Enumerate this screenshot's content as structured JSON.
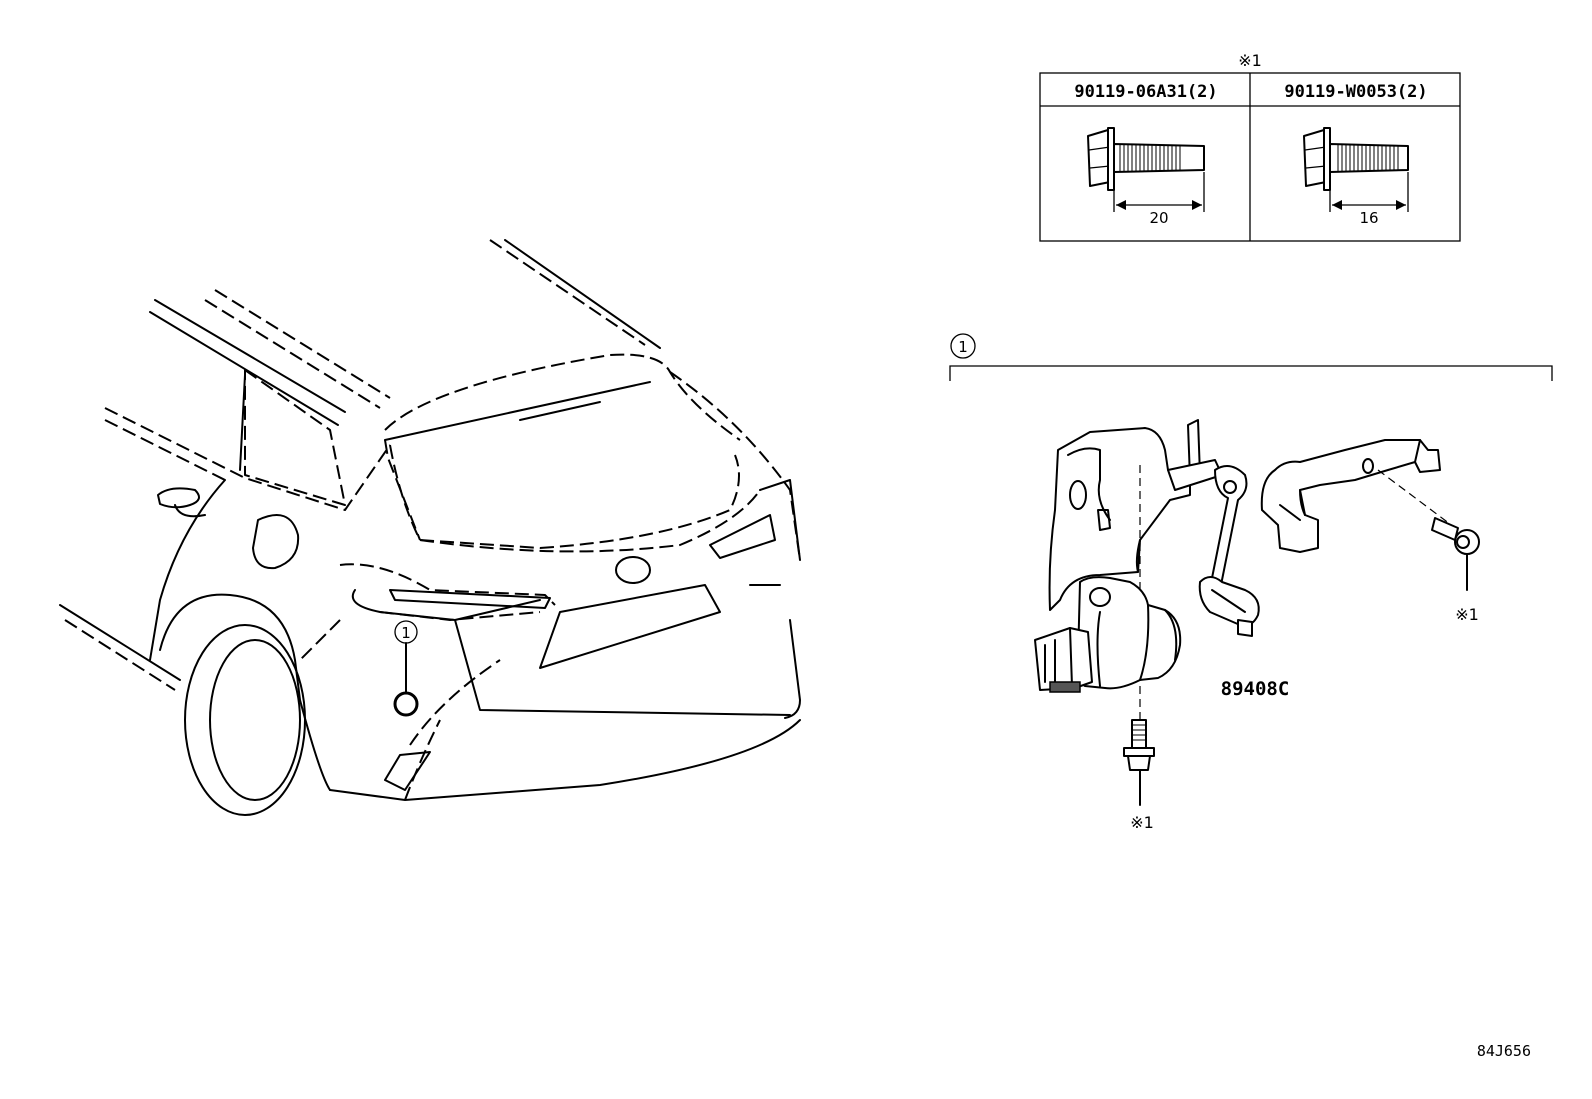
{
  "note_header": "※1",
  "table": {
    "columns": [
      {
        "part_number": "90119-06A31(2)",
        "dimension": "20"
      },
      {
        "part_number": "90119-W0053(2)",
        "dimension": "16"
      }
    ]
  },
  "callouts": {
    "item_number": "1",
    "vehicle_item_number": "1",
    "sensor_part": "89408C",
    "note_right": "※1",
    "note_bottom": "※1"
  },
  "illustration_code": "84J656"
}
